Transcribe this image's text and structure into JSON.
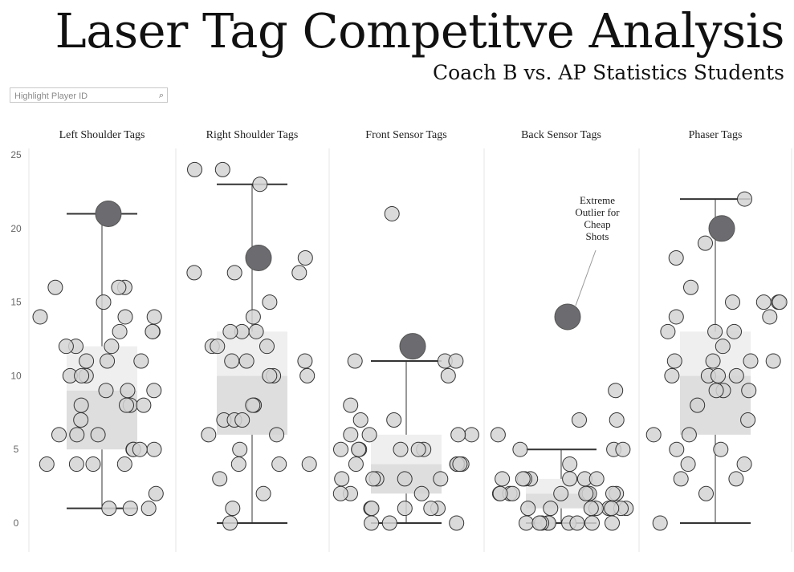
{
  "header": {
    "title": "Laser Tag Competitve Analysis",
    "subtitle": "Coach B vs. AP Statistics Students"
  },
  "search": {
    "placeholder": "Highlight Player ID",
    "icon": "search-icon"
  },
  "colors": {
    "point_fill": "#d4d4d4",
    "point_stroke": "#333333",
    "highlight_fill": "#6c6c70",
    "box_upper": "#efefef",
    "box_lower": "#dedede",
    "whisker": "#333333",
    "divider": "#e6e6e6"
  },
  "chart_data": {
    "type": "box_plot_with_points",
    "ylim": [
      0,
      25
    ],
    "y_ticks": [
      "25",
      "20",
      "15",
      "10",
      "5",
      "0"
    ],
    "grid": false,
    "panels": [
      {
        "name": "Left Shoulder Tags",
        "box": {
          "min": 1,
          "q1": 5,
          "median": 9,
          "q3": 12,
          "max": 21
        },
        "highlight": 21,
        "points": [
          14,
          9,
          12,
          12,
          8,
          9,
          7,
          5,
          5,
          11,
          16,
          16,
          11,
          10,
          11,
          9,
          8,
          4,
          4,
          6,
          5,
          5,
          16,
          15,
          14,
          14,
          13,
          12,
          13,
          13,
          10,
          10,
          8,
          8,
          6,
          6,
          4,
          4,
          2,
          1,
          1,
          1
        ]
      },
      {
        "name": "Right Shoulder Tags",
        "box": {
          "min": 0,
          "q1": 6,
          "median": 10,
          "q3": 13,
          "max": 23
        },
        "highlight": 18,
        "points": [
          24,
          24,
          23,
          14,
          13,
          12,
          18,
          17,
          17,
          11,
          10,
          10,
          8,
          6,
          5,
          7,
          7,
          7,
          13,
          13,
          12,
          12,
          11,
          11,
          17,
          15,
          10,
          8,
          8,
          6,
          4,
          4,
          4,
          3,
          2,
          1,
          0
        ]
      },
      {
        "name": "Front Sensor Tags",
        "box": {
          "min": 0,
          "q1": 2,
          "median": 4,
          "q3": 6,
          "max": 11
        },
        "highlight": 12,
        "points": [
          21,
          11,
          11,
          11,
          10,
          8,
          7,
          7,
          6,
          6,
          6,
          5,
          5,
          5,
          5,
          5,
          4,
          4,
          4,
          4,
          4,
          3,
          3,
          3,
          3,
          2,
          2,
          2,
          1,
          1,
          1,
          1,
          1,
          0,
          0,
          0,
          6,
          4,
          3,
          5
        ]
      },
      {
        "name": "Back Sensor Tags",
        "box": {
          "min": 0,
          "q1": 1,
          "median": 2,
          "q3": 3,
          "max": 5
        },
        "highlight": 14,
        "annotation": "Extreme Outlier for Cheap Shots",
        "points": [
          9,
          7,
          7,
          6,
          5,
          5,
          5,
          4,
          3,
          3,
          3,
          3,
          3,
          3,
          3,
          2,
          2,
          2,
          2,
          2,
          2,
          2,
          2,
          2,
          2,
          1,
          1,
          1,
          1,
          1,
          1,
          1,
          1,
          1,
          0,
          0,
          0,
          0,
          0,
          0,
          0,
          0,
          0
        ]
      },
      {
        "name": "Phaser Tags",
        "box": {
          "min": 0,
          "q1": 6,
          "median": 10,
          "q3": 13,
          "max": 22
        },
        "highlight": 20,
        "points": [
          22,
          19,
          18,
          16,
          15,
          15,
          15,
          15,
          14,
          14,
          13,
          13,
          13,
          12,
          11,
          11,
          11,
          11,
          10,
          10,
          10,
          10,
          9,
          9,
          9,
          8,
          7,
          6,
          6,
          5,
          5,
          4,
          4,
          3,
          3,
          2,
          0
        ]
      }
    ]
  }
}
